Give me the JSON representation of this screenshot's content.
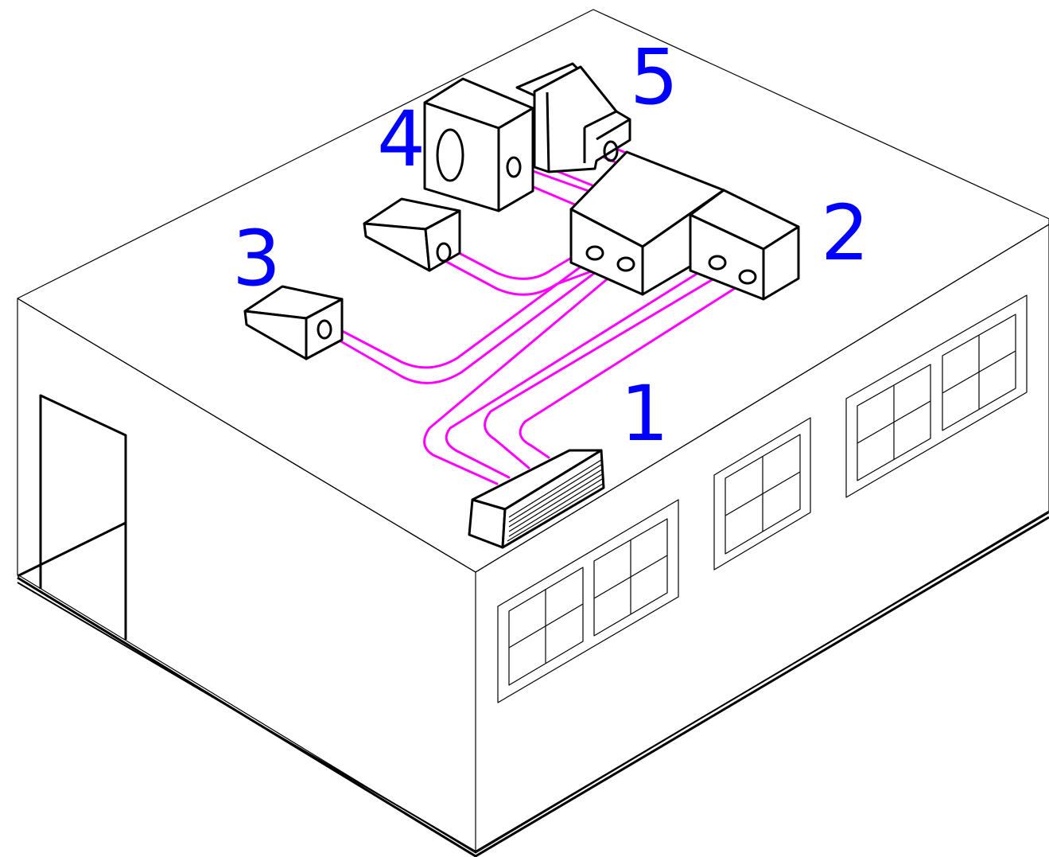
{
  "labels": {
    "unit1": "1",
    "unit2": "2",
    "unit3": "3",
    "unit4": "4",
    "unit5": "5"
  },
  "colors": {
    "label": "#0000ff",
    "pipe": "#ff00ff",
    "line": "#000000",
    "background": "#ffffff"
  }
}
